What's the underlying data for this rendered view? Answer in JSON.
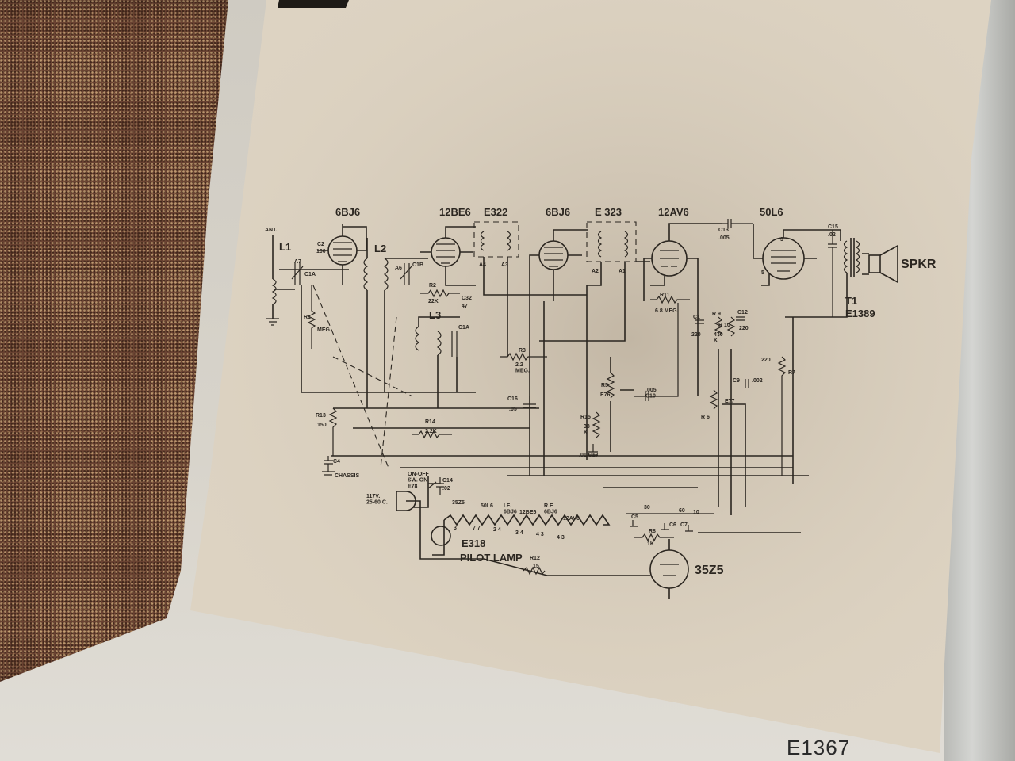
{
  "document_code": "E1367",
  "tubes": [
    {
      "id": "6BJ6",
      "label": "6BJ6"
    },
    {
      "id": "12BE6",
      "label": "12BE6"
    },
    {
      "id": "6BJ6b",
      "label": "6BJ6"
    },
    {
      "id": "12AV6",
      "label": "12AV6"
    },
    {
      "id": "50L6",
      "label": "50L6"
    },
    {
      "id": "35Z5",
      "label": "35Z5"
    }
  ],
  "transformers": {
    "if1": "E322",
    "if2": "E 323",
    "output": "T1",
    "output_part": "E1389"
  },
  "labels": {
    "antenna": "ANT.",
    "l1": "L1",
    "l2": "L2",
    "l3": "L3",
    "speaker": "SPKR",
    "chassis": "CHASSIS",
    "switch": "ON-OFF\nSW. ON\nE78",
    "line_voltage": "117V.\n25-60 C.",
    "pilot_part": "E318",
    "pilot": "PILOT LAMP"
  },
  "components": {
    "r1": "R1",
    "r1_val": "MEG.",
    "c2": "C2",
    "c2_val": "100",
    "r2": "R2",
    "r2_val": "22K",
    "c2b": "C32",
    "c2b_val": "47",
    "r3": "R3",
    "r3_val": "2.2\nMEG.",
    "c16": "C16",
    "c16_val": ".05",
    "r5": "R5",
    "r5_part": "E76",
    "c10": ".005\nC10",
    "r15": "R15",
    "r15_val": "33\nK",
    "c17": ".01 C17",
    "r11": "R11",
    "r11_val": "6.8 MEG.",
    "c13": "C13",
    "c13_val": ".005",
    "c15": "C15",
    "c15_val": ".02",
    "r10": "R 10",
    "r10_val": "470\nK",
    "r9": "R 9",
    "c12": "C12",
    "c12_val": "220",
    "c11": "C1",
    "c11_val": "220",
    "r7": "R7",
    "r7_val": "220",
    "c9": "C9",
    "c9_val": ".002",
    "r6": "R 6",
    "e77": "E77",
    "r13": "R13",
    "r13_val": "150",
    "c4": "C4",
    "r14": "R14",
    "r14_val": "2.2K",
    "c14": "C14",
    "c14_val": ".02",
    "r12": "R12",
    "r12_val": "15",
    "r8": "R8",
    "r8_val": "1K",
    "c5": "C5",
    "c6": "C6",
    "c7": "C7",
    "cap_30": "30",
    "cap_60": "60",
    "cap_10": "10",
    "a7": "A7",
    "c1a": "C1A",
    "a6": "A6",
    "c1b": "C1B",
    "a4": "A4",
    "a3": "A3",
    "a2": "A2",
    "a1": "A1"
  },
  "heater_string": [
    {
      "tube": "35Z5",
      "pins": "3"
    },
    {
      "tube": "50L6",
      "pins": "7  7"
    },
    {
      "tube": "I.F.\n6BJ6",
      "pins": "2  4"
    },
    {
      "tube": "12BE6",
      "pins": "3  4"
    },
    {
      "tube": "R.F.\n6BJ6",
      "pins": "4  3"
    },
    {
      "tube": "12AV6",
      "pins": "4  3"
    }
  ]
}
